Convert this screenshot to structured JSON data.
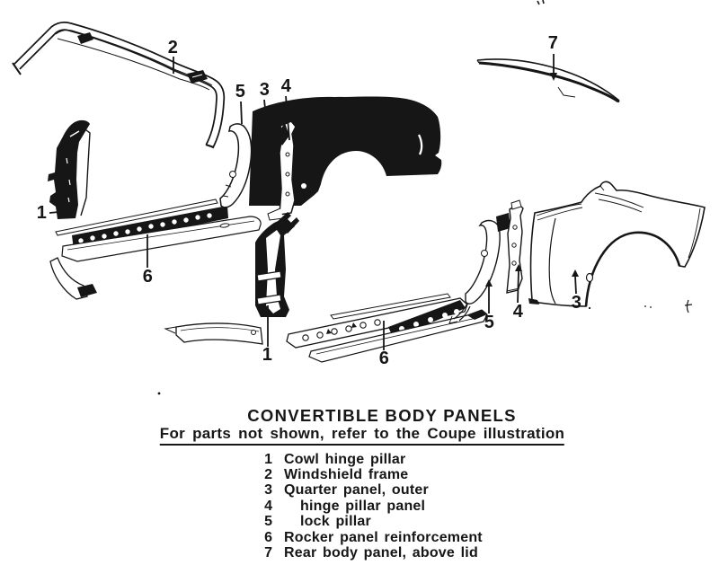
{
  "figure": {
    "description": "Exploded line-art illustration of convertible body panels",
    "callouts": [
      {
        "part": "windshield-frame",
        "num": "2"
      },
      {
        "part": "lock-pillar-left",
        "num": "5"
      },
      {
        "part": "quarter-panel-left",
        "num": "3"
      },
      {
        "part": "hinge-pillar-panel-left",
        "num": "4"
      },
      {
        "part": "rear-body-panel",
        "num": "7"
      },
      {
        "part": "cowl-hinge-pillar-left",
        "num": "1"
      },
      {
        "part": "rocker-reinforcement-left",
        "num": "6"
      },
      {
        "part": "cowl-hinge-pillar-right",
        "num": "1"
      },
      {
        "part": "rocker-reinforcement-right",
        "num": "6"
      },
      {
        "part": "lock-pillar-right",
        "num": "5"
      },
      {
        "part": "hinge-pillar-panel-right",
        "num": "4"
      },
      {
        "part": "quarter-panel-right",
        "num": "3"
      }
    ]
  },
  "legend": {
    "title": "CONVERTIBLE BODY PANELS",
    "subtitle": "For parts not shown, refer to the Coupe illustration",
    "items": [
      {
        "num": "1",
        "label": "Cowl hinge pillar"
      },
      {
        "num": "2",
        "label": "Windshield frame"
      },
      {
        "num": "3",
        "label": "Quarter panel, outer"
      },
      {
        "num": "4",
        "label": "hinge pillar panel"
      },
      {
        "num": "5",
        "label": "lock pillar"
      },
      {
        "num": "6",
        "label": "Rocker panel reinforcement"
      },
      {
        "num": "7",
        "label": "Rear body panel, above lid"
      }
    ]
  },
  "colors": {
    "ink": "#161616",
    "paper": "#ffffff"
  }
}
